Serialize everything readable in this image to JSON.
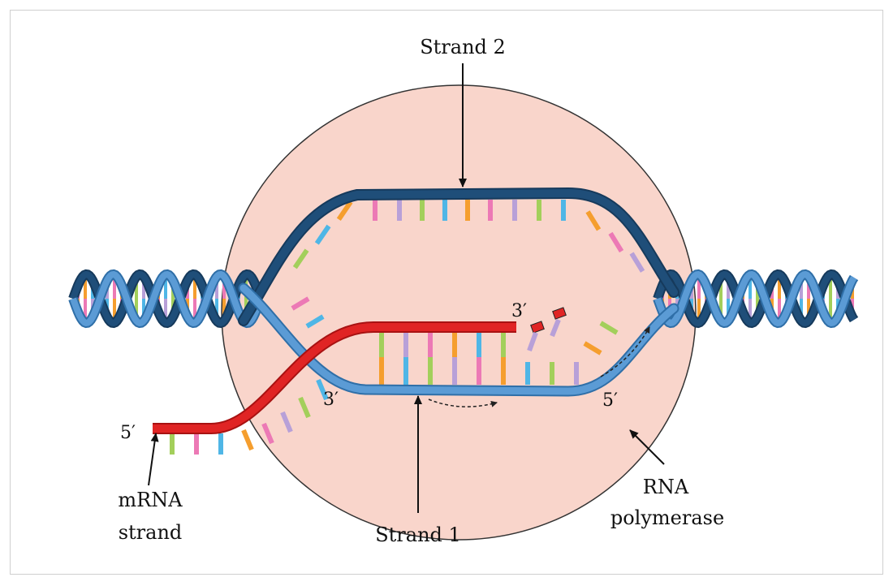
{
  "labels": {
    "strand2": "Strand 2",
    "strand1": "Strand 1",
    "mrna_line1": "mRNA",
    "mrna_line2": "strand",
    "rnap_line1": "RNA",
    "rnap_line2": "polymerase",
    "five_prime_mrna": "5′",
    "three_prime_mrna": "3′",
    "three_prime_strand1": "3′",
    "five_prime_strand1": "5′"
  },
  "colors": {
    "polymerase_fill": "#f9d5cb",
    "strand_dark": "#1f4e79",
    "strand_light": "#5b9bd5",
    "mrna": "#e02424",
    "base_orange": "#f59e2e",
    "base_green": "#a3cf5b",
    "base_pink": "#ec79b5",
    "base_blue": "#4fb6e6",
    "base_lavender": "#b8a0d8"
  }
}
